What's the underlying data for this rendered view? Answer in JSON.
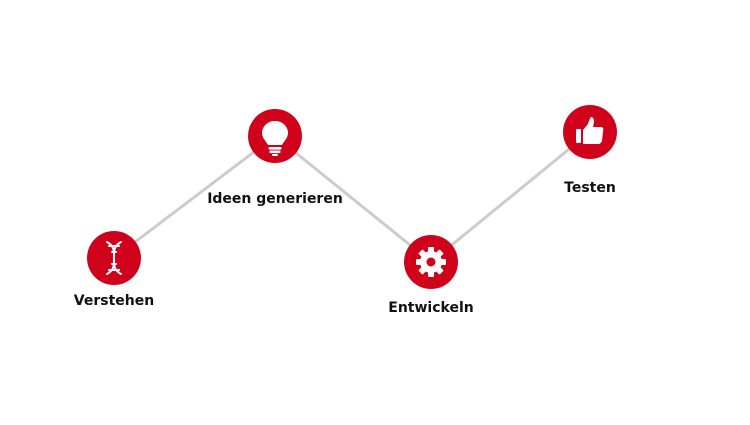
{
  "colors": {
    "accent": "#d0021b",
    "connector": "#cccccc",
    "icon": "#ffffff",
    "text": "#111111"
  },
  "steps": [
    {
      "label": "Verstehen",
      "icon": "dna-icon"
    },
    {
      "label": "Ideen generieren",
      "icon": "lightbulb-icon"
    },
    {
      "label": "Entwickeln",
      "icon": "gear-icon"
    },
    {
      "label": "Testen",
      "icon": "thumbs-up-icon"
    }
  ]
}
